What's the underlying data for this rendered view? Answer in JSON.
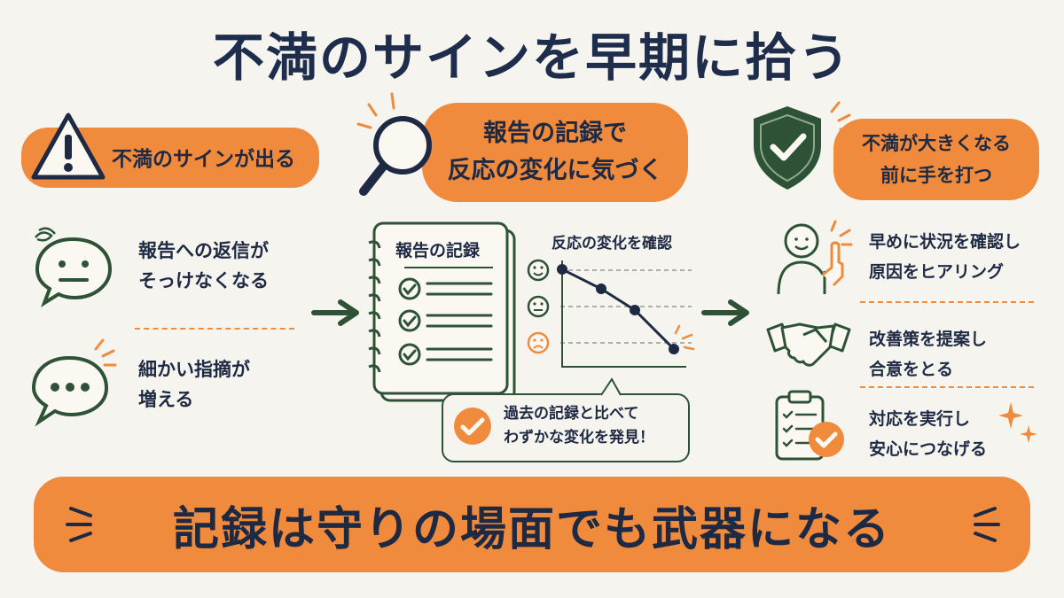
{
  "title": "不満のサインを早期に拾う",
  "left": {
    "header": "不満のサインが出る",
    "items": [
      {
        "lines": [
          "報告への返信が",
          "そっけなくなる"
        ],
        "icon": "neutral-face-speech-bubble-icon"
      },
      {
        "lines": [
          "細かい指摘が",
          "増える"
        ],
        "icon": "ellipsis-speech-bubble-icon"
      }
    ],
    "header_icon": "warning-triangle-icon"
  },
  "middle": {
    "header_lines": [
      "報告の記録で",
      "反応の変化に気づく"
    ],
    "header_icon": "magnifier-icon",
    "notebook_title": "報告の記録",
    "chart_title": "反応の変化を確認",
    "callout_lines": [
      "過去の記録と比べて",
      "わずかな変化を発見！"
    ]
  },
  "right": {
    "header_lines": [
      "不満が大きくなる",
      "前に手を打つ"
    ],
    "header_icon": "shield-check-icon",
    "items": [
      {
        "lines": [
          "早めに状況を確認し",
          "原因をヒアリング"
        ],
        "icon": "person-pointing-icon"
      },
      {
        "lines": [
          "改善策を提案し",
          "合意をとる"
        ],
        "icon": "handshake-icon"
      },
      {
        "lines": [
          "対応を実行し",
          "安心につなげる"
        ],
        "icon": "clipboard-check-icon"
      }
    ]
  },
  "banner": "記録は守りの場面でも武器になる",
  "colors": {
    "accent": "#f08a3c",
    "navy": "#1f2d4d",
    "green": "#2e5236"
  }
}
